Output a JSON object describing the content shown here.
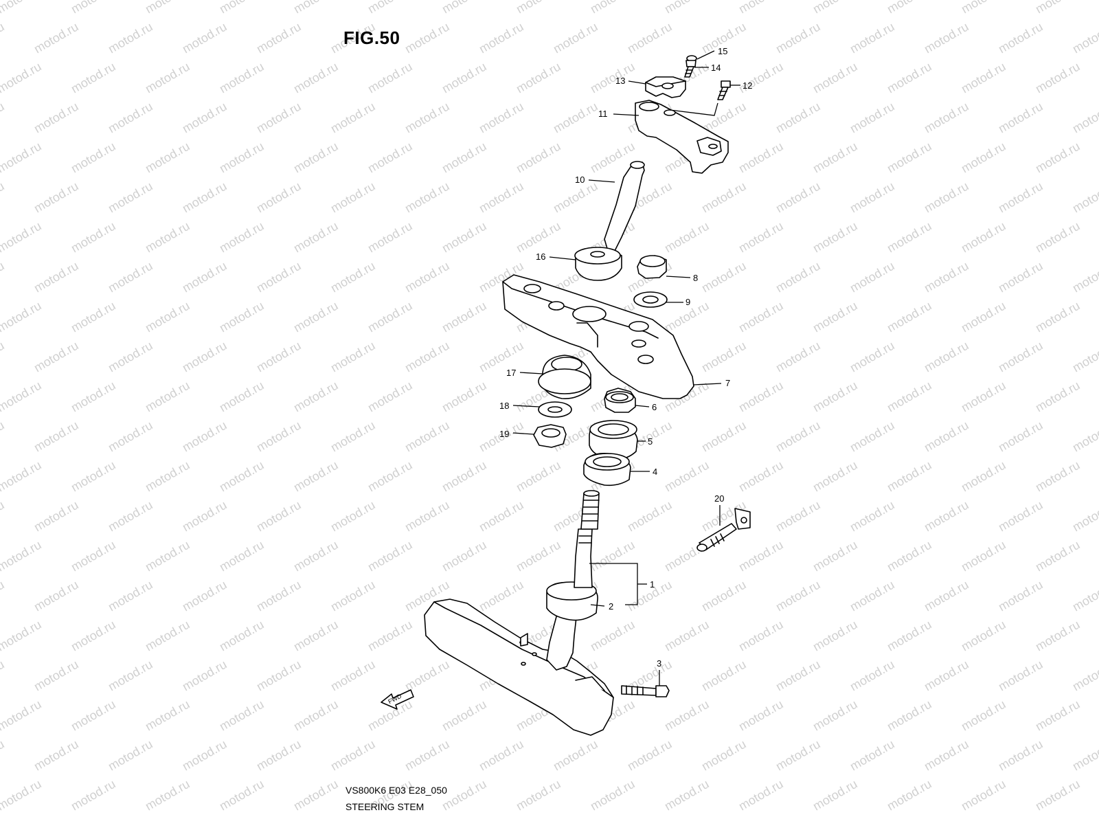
{
  "figure": {
    "title": "FIG.50",
    "code": "VS800K6 E03 E28_050",
    "name": "STEERING STEM"
  },
  "watermark": "motod.ru",
  "fwd_label": "FWD",
  "callouts": [
    "1",
    "2",
    "3",
    "4",
    "5",
    "6",
    "7",
    "8",
    "9",
    "10",
    "11",
    "12",
    "13",
    "14",
    "15",
    "16",
    "17",
    "18",
    "19",
    "20"
  ],
  "colors": {
    "line": "#000000",
    "watermark": "#d0d0d0",
    "background": "#ffffff"
  }
}
